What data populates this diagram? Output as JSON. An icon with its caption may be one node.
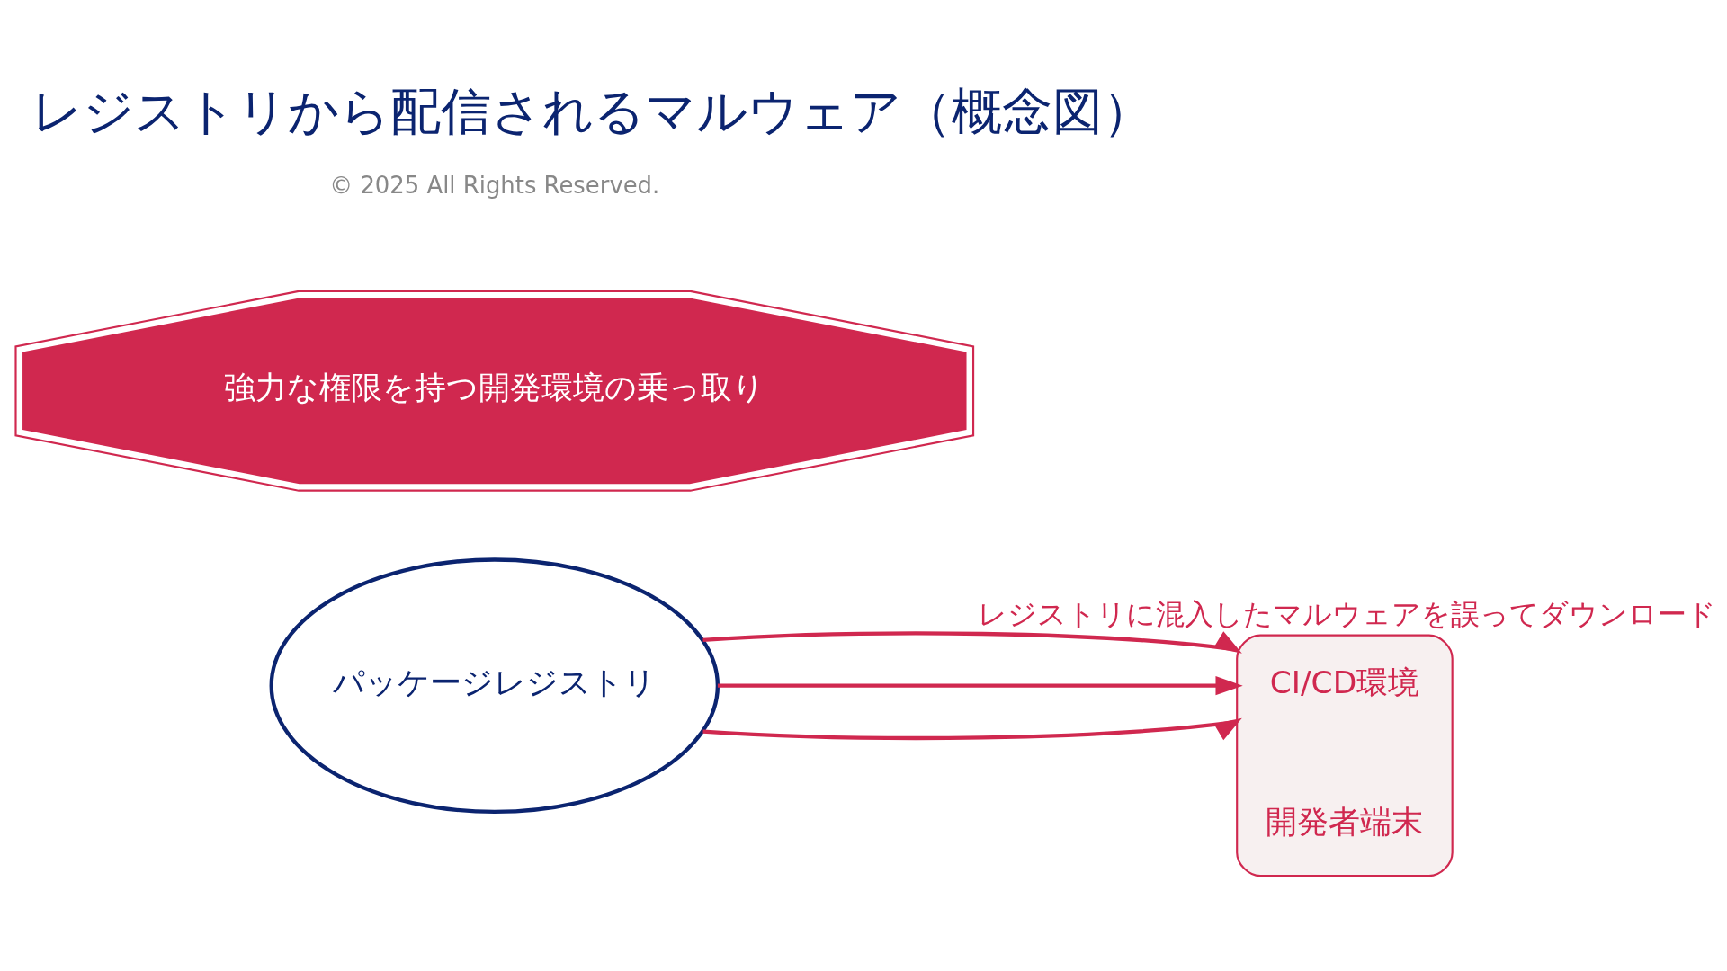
{
  "diagram": {
    "title": "レジストリから配信されるマルウェア（概念図）",
    "nodes": [
      {
        "text": [
          "パッケージレジストリ"
        ]
      },
      {
        "text": [],
        "shape": "box"
      },
      {
        "text": [
          "CI/CD環境"
        ],
        "in": 1
      },
      {
        "text": [
          "開発者端末"
        ],
        "in": 1
      },
      {
        "text": [
          "強力な権限を持つ開発環境の乗っ取り"
        ]
      }
    ],
    "edges": [
      {
        "from": 0,
        "to": 1,
        "arrow": "to"
      },
      {
        "from": 0,
        "to": 1,
        "arrow": "to"
      },
      {
        "from": 0,
        "to": 1,
        "arrow": "to",
        "label": "レジストリに混入したマルウェアを誤ってダウンロード"
      }
    ],
    "labels": [
      "© 2025 All Rights Reserved."
    ]
  }
}
